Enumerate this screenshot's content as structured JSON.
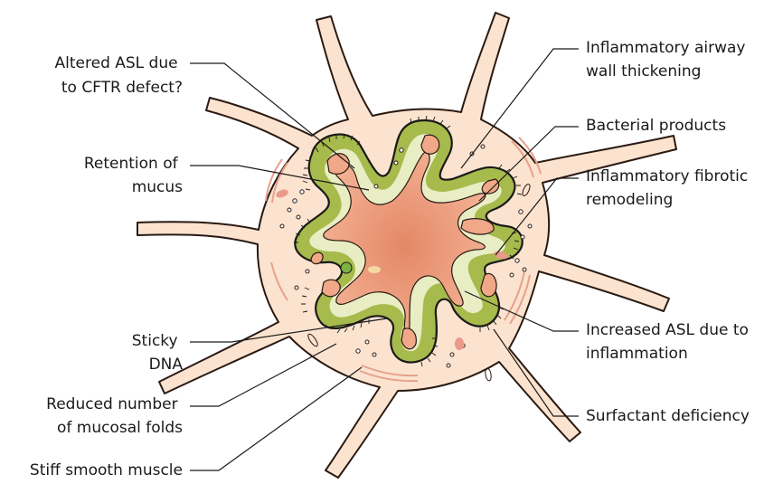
{
  "labels": {
    "altered_asl": [
      "Altered ASL due",
      "to CFTR defect?"
    ],
    "retention_mucus": [
      "Retention of",
      "mucus"
    ],
    "sticky_dna": [
      "Sticky",
      "DNA"
    ],
    "reduced_folds": [
      "Reduced number",
      "of mucosal folds"
    ],
    "stiff_muscle": [
      "Stiff smooth muscle"
    ],
    "airway_wall": [
      "Inflammatory airway",
      "wall thickening"
    ],
    "bacterial": [
      "Bacterial products"
    ],
    "fibrotic": [
      "Inflammatory fibrotic",
      "remodeling"
    ],
    "increased_asl": [
      "Increased ASL due to",
      "inflammation"
    ],
    "surfactant": [
      "Surfactant deficiency"
    ]
  },
  "colors": {
    "tissue": "#fbe3cf",
    "tissue_outline": "#2a1a12",
    "mucosa": "#a7ba4c",
    "mucosa_light": "#e8edc4",
    "mucus": "#f0a889",
    "mucus_dark": "#e2876a",
    "fiber": "#e9a08c"
  }
}
